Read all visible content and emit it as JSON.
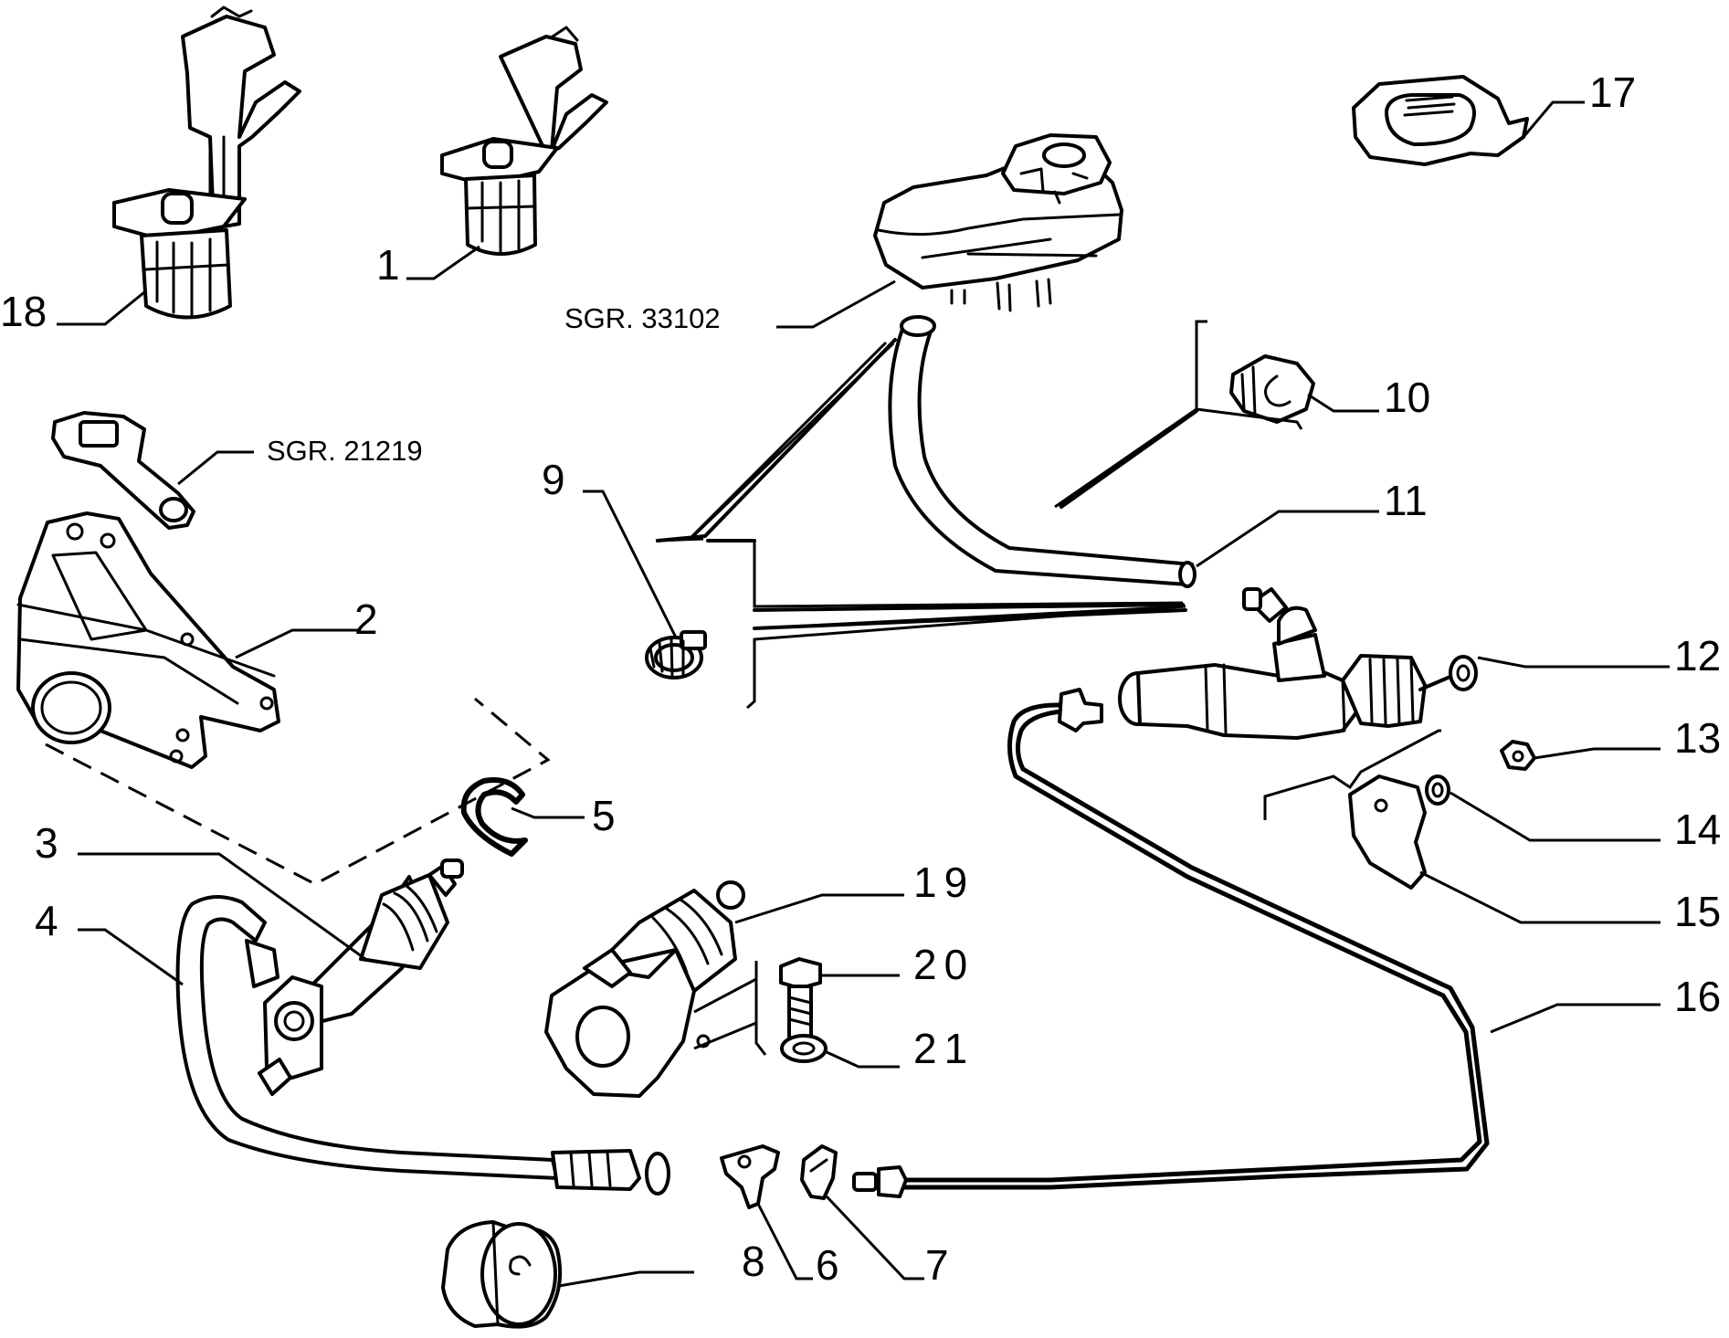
{
  "callouts": {
    "c1": "1",
    "c2": "2",
    "c3": "3",
    "c4": "4",
    "c5": "5",
    "c6": "6",
    "c7": "7",
    "c8": "8",
    "c9": "9",
    "c10": "10",
    "c11": "11",
    "c12": "12",
    "c13": "13",
    "c14": "14",
    "c15": "15",
    "c16": "16",
    "c17": "17",
    "c18": "18",
    "c19": "19",
    "c20": "20",
    "c21": "21"
  },
  "references": {
    "reservoir": "SGR. 33102",
    "lever": "SGR. 21219"
  }
}
